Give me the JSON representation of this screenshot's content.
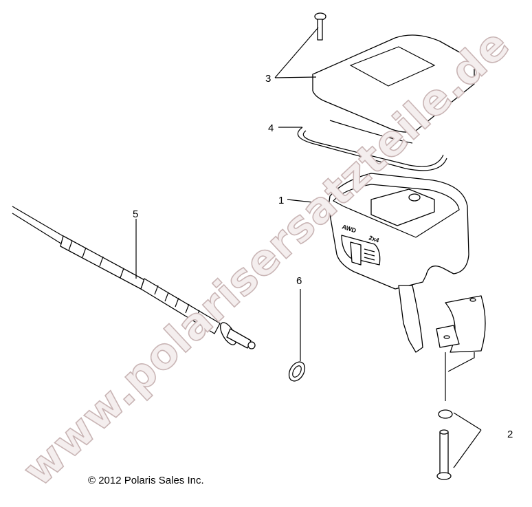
{
  "diagram": {
    "callouts": [
      "1",
      "2",
      "3",
      "4",
      "5",
      "6"
    ],
    "switch_labels": {
      "awd": "AWD",
      "two_wd": "2x4"
    }
  },
  "watermark": "www.polarisersatzteile.de",
  "copyright": "© 2012 Polaris Sales Inc."
}
